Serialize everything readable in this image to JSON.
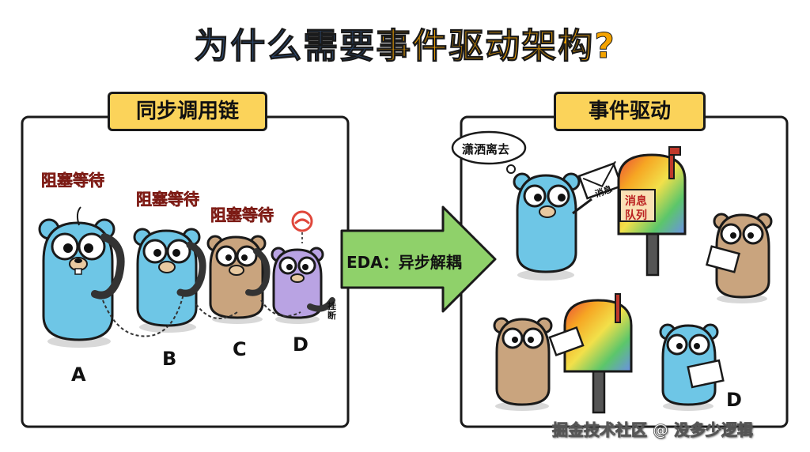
{
  "title": {
    "part1": "为什么需要",
    "part2": "事件驱动架构?"
  },
  "left_panel": {
    "label": "同步调用链",
    "blocking_labels": [
      "阻塞等待",
      "阻塞等待",
      "阻塞等待"
    ],
    "actors": [
      "A",
      "B",
      "C",
      "D"
    ],
    "hangup_text": "挂断"
  },
  "arrow": {
    "label": "EDA：异步解耦"
  },
  "right_panel": {
    "label": "事件驱动",
    "thought_bubble": "潇洒离去",
    "envelope_text": "消息",
    "mailbox_text_line1": "消息",
    "mailbox_text_line2": "队列",
    "actor": "D"
  },
  "watermark": "掘金技术社区 @ 没多少逻辑",
  "colors": {
    "blue_gopher": "#6ec6e6",
    "brown_gopher": "#c9a47e",
    "purple_gopher": "#b9a3e3",
    "label_yellow": "#fbd35a",
    "arrow_green": "#8fd16a",
    "blocking_red": "#e0473b"
  }
}
